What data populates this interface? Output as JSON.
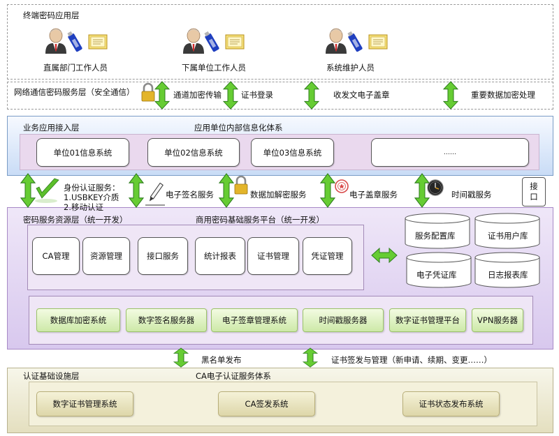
{
  "terminal": {
    "title": "终端密码应用层",
    "users": [
      "直属部门工作人员",
      "下属单位工作人员",
      "系统维护人员"
    ]
  },
  "network": {
    "title": "网络通信密码服务层（安全通信）",
    "items": [
      "通道加密传输",
      "证书登录",
      "收发文电子盖章",
      "重要数据加密处理"
    ]
  },
  "business": {
    "title": "业务应用接入层",
    "subtitle": "应用单位内部信息化体系",
    "systems": [
      "单位01信息系统",
      "单位02信息系统",
      "单位03信息系统",
      "……"
    ]
  },
  "services": {
    "identity_title": "身份认证服务：",
    "identity_items": [
      "1.USBKEY介质",
      "2.移动认证"
    ],
    "esign": "电子签名服务",
    "encrypt": "数据加解密服务",
    "seal": "电子盖章服务",
    "timestamp": "时间戳服务",
    "interface": "接口"
  },
  "crypto": {
    "title": "密码服务资源层（统一开发）",
    "subtitle": "商用密码基础服务平台（统一开发）",
    "modules": [
      "CA管理",
      "资源管理",
      "接口服务",
      "统计报表",
      "证书管理",
      "凭证管理"
    ],
    "databases": [
      "服务配置库",
      "证书用户库",
      "电子凭证库",
      "日志报表库"
    ],
    "systems": [
      "数据库加密系统",
      "数字签名服务器",
      "电子签章管理系统",
      "时间戳服务器",
      "数字证书管理平台",
      "VPN服务器"
    ]
  },
  "links": {
    "blacklist": "黑名单发布",
    "cert_issue": "证书签发与管理（新申请、续期、变更……）"
  },
  "infra": {
    "title": "认证基础设施层",
    "subtitle": "CA电子认证服务体系",
    "systems": [
      "数字证书管理系统",
      "CA签发系统",
      "证书状态发布系统"
    ]
  },
  "colors": {
    "arrow_green": "#66cc33",
    "arrow_stroke": "#2e7d1e",
    "business_layer": "#c9dcf6",
    "crypto_layer": "#d8c8ee",
    "infra_layer": "#e4dfbf",
    "lock_gold": "#e3b52a"
  },
  "icons": [
    "person-icon",
    "usbkey-icon",
    "certificate-icon",
    "lock-icon",
    "checkmark-icon",
    "pen-icon",
    "seal-stamp-icon",
    "clock-icon"
  ]
}
